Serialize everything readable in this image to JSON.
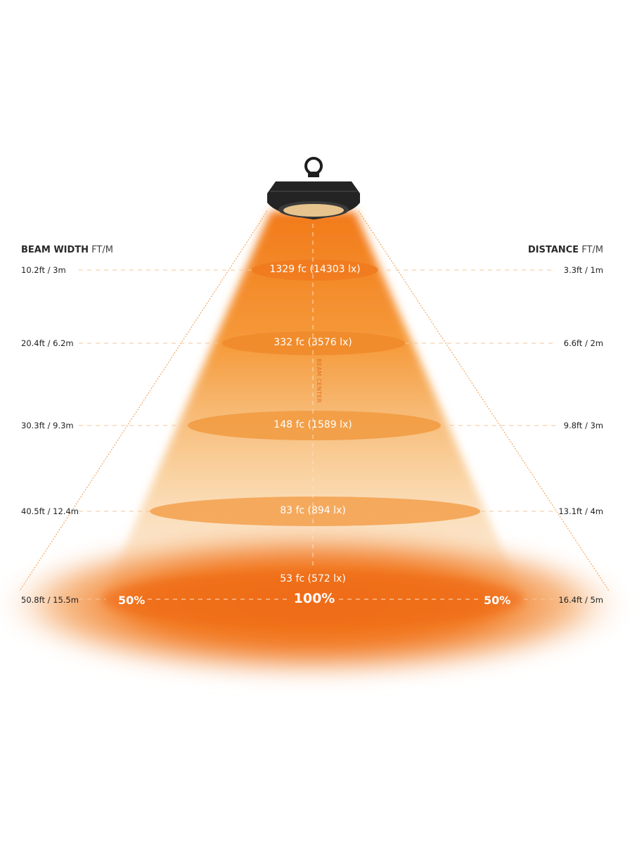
{
  "headers": {
    "left": {
      "bold": "BEAM WIDTH",
      "unit": "FT/M"
    },
    "right": {
      "bold": "DISTANCE",
      "unit": "FT/M"
    }
  },
  "beam_center_label": "BEAM CENTER",
  "levels": [
    {
      "beam_width": "10.2ft / 3m",
      "distance": "3.3ft / 1m",
      "illuminance": "1329 fc (14303 lx)"
    },
    {
      "beam_width": "20.4ft / 6.2m",
      "distance": "6.6ft / 2m",
      "illuminance": "332 fc (3576 lx)"
    },
    {
      "beam_width": "30.3ft / 9.3m",
      "distance": "9.8ft / 3m",
      "illuminance": "148 fc (1589 lx)"
    },
    {
      "beam_width": "40.5ft / 12.4m",
      "distance": "13.1ft / 4m",
      "illuminance": "83 fc (894 lx)"
    },
    {
      "beam_width": "50.8ft / 15.5m",
      "distance": "16.4ft / 5m",
      "illuminance": "53 fc (572 lx)"
    }
  ],
  "intensity": {
    "left": "50%",
    "center": "100%",
    "right": "50%"
  },
  "colors": {
    "accent": "#f07a1e",
    "light": "#f6b15a",
    "text": "#222222"
  }
}
